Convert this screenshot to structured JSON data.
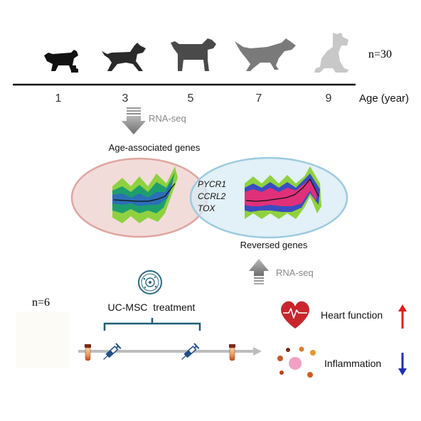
{
  "sample_top": "n=30",
  "sample_bottom": "n=6",
  "age_axis": {
    "ticks": [
      "1",
      "3",
      "5",
      "7",
      "9"
    ],
    "label": "Age (year)"
  },
  "dogs": [
    {
      "icon": "dog-age-1-icon",
      "color": "#111111"
    },
    {
      "icon": "dog-age-3-icon",
      "color": "#2a2a2a"
    },
    {
      "icon": "dog-age-5-icon",
      "color": "#4a4a4a"
    },
    {
      "icon": "dog-age-7-icon",
      "color": "#7a7a7a"
    },
    {
      "icon": "dog-age-9-icon",
      "color": "#c8c8c8"
    }
  ],
  "rnaseq_top": "RNA-seq",
  "rnaseq_bottom": "RNA-seq",
  "age_genes_title": "Age-associated genes",
  "reversed_genes_title": "Reversed genes",
  "overlap_genes": [
    "PYCR1",
    "CCRL2",
    "TOX"
  ],
  "treatment_label": "UC-MSC  treatment",
  "outcomes": [
    {
      "label": "Heart function",
      "direction": "up",
      "arrow_color": "#e21d1d"
    },
    {
      "label": "Inflammation",
      "direction": "down",
      "arrow_color": "#1c2fb8"
    }
  ],
  "colors": {
    "left_circle_fill": "#f2dcda",
    "left_circle_stroke": "#e0a6a0",
    "right_circle_fill": "#d8ebf4",
    "right_circle_stroke": "#9ccbe0",
    "bracket": "#1f5f78",
    "timeline": "#bdbdbd",
    "heart": "#c8262c"
  }
}
